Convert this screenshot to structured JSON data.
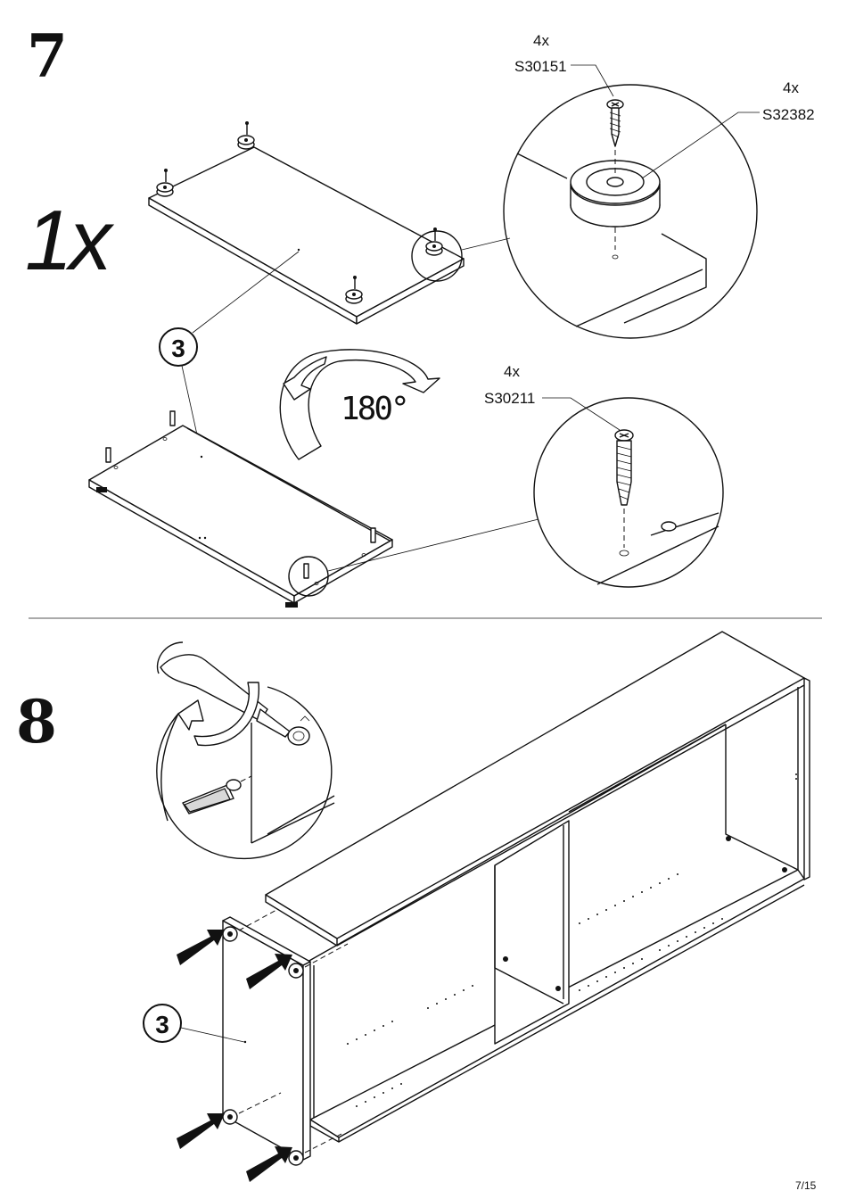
{
  "steps": [
    {
      "number": "7",
      "quantity": "1x",
      "part_callout": "3",
      "rotation_label": "180°",
      "hardware": [
        {
          "count": "4x",
          "code": "S30151",
          "icon": "screw-icon"
        },
        {
          "count": "4x",
          "code": "S32382",
          "icon": "glide-foot-icon"
        },
        {
          "count": "4x",
          "code": "S30211",
          "icon": "cam-dowel-icon"
        }
      ]
    },
    {
      "number": "8",
      "part_callout": "3"
    }
  ],
  "footer": {
    "page": "7/15"
  }
}
